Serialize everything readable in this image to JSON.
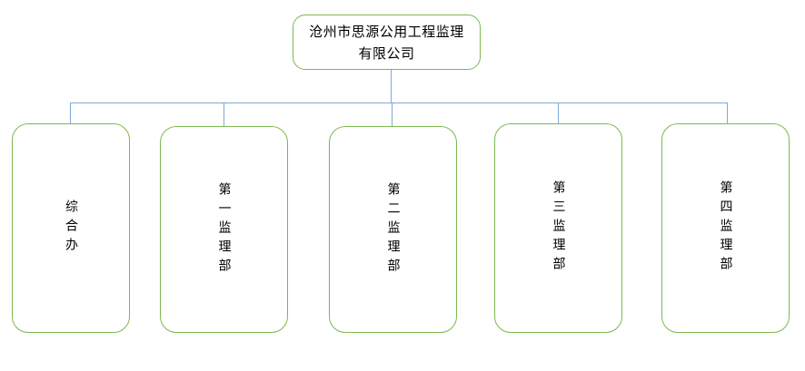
{
  "chart": {
    "type": "org-chart",
    "title": "",
    "accent_border_color": "#7DB84E",
    "connector_color": "#7FA9D8",
    "background_color": "#FFFFFF",
    "text_color": "#000000",
    "root": {
      "label": "沧州市思源公用工程监理\n有限公司",
      "orientation": "horizontal"
    },
    "children": [
      {
        "label": "综合办",
        "orientation": "vertical"
      },
      {
        "label": "第一监理部",
        "orientation": "vertical"
      },
      {
        "label": "第二监理部",
        "orientation": "vertical"
      },
      {
        "label": "第三监理部",
        "orientation": "vertical"
      },
      {
        "label": "第四监理部",
        "orientation": "vertical"
      }
    ]
  }
}
